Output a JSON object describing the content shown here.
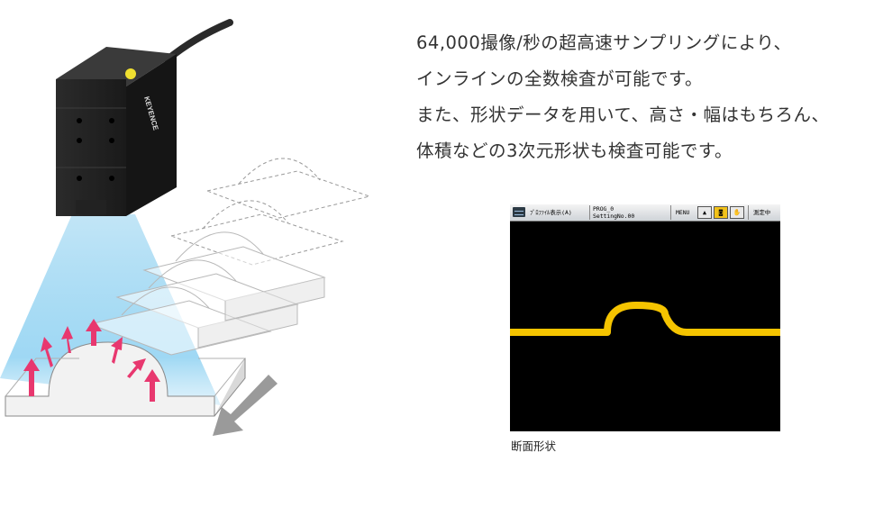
{
  "description": {
    "lines": [
      "64,000撮像/秒の超高速サンプリングにより、",
      "インラインの全数検査が可能です。",
      "また、形状データを用いて、高さ・幅はもちろん、",
      "体積などの3次元形状も検査可能です。"
    ]
  },
  "illustration": {
    "sensor_brand": "KEYENCE"
  },
  "monitor": {
    "header": {
      "mode_label": "ﾌﾟﾛﾌｧｲﾙ表示(A)",
      "program": "PROG_0",
      "setting": "SettingNo.00",
      "menu_label": "MENU",
      "status_label": "測定中"
    },
    "profile_color": "#f5c400",
    "background_color": "#000000"
  },
  "caption": "断面形状"
}
